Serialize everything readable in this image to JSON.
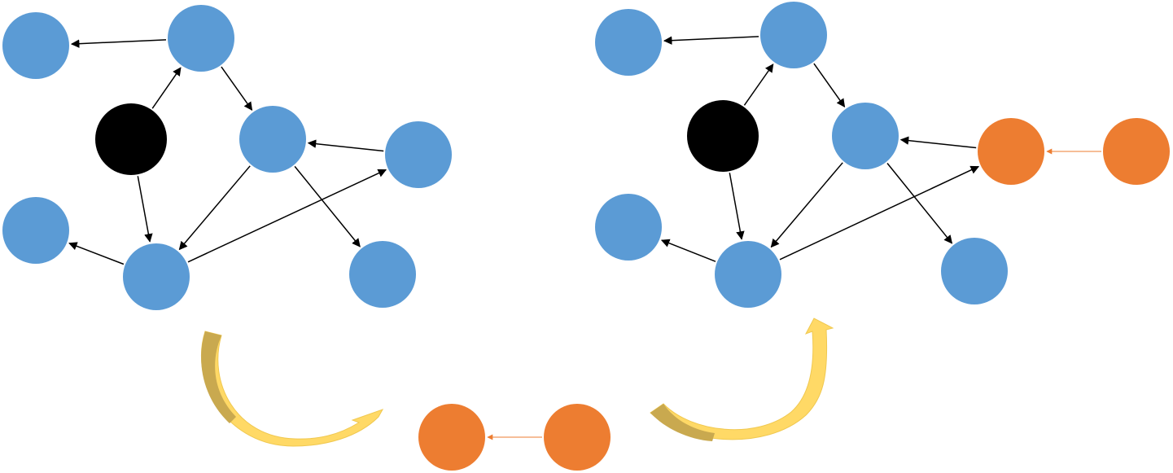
{
  "colors": {
    "blue_node": "#5b9bd5",
    "black_node": "#000000",
    "orange_node": "#ed7d31",
    "edge": "#000000",
    "orange_edge": "#ed7d31",
    "arrow_light": "#ffd966",
    "arrow_dark": "#c9a94f"
  },
  "graphs": [
    {
      "id": "graph-before",
      "nodes": [
        {
          "id": "n1",
          "kind": "blue"
        },
        {
          "id": "n2",
          "kind": "blue"
        },
        {
          "id": "n3",
          "kind": "black"
        },
        {
          "id": "n4",
          "kind": "blue"
        },
        {
          "id": "n5",
          "kind": "blue"
        },
        {
          "id": "n6",
          "kind": "blue"
        },
        {
          "id": "n7",
          "kind": "blue"
        },
        {
          "id": "n8",
          "kind": "blue"
        }
      ],
      "edges": [
        {
          "from": "n2",
          "to": "n1"
        },
        {
          "from": "n3",
          "to": "n2"
        },
        {
          "from": "n2",
          "to": "n4"
        },
        {
          "from": "n5",
          "to": "n4"
        },
        {
          "from": "n3",
          "to": "n7"
        },
        {
          "from": "n4",
          "to": "n7"
        },
        {
          "from": "n7",
          "to": "n6"
        },
        {
          "from": "n7",
          "to": "n5"
        },
        {
          "from": "n4",
          "to": "n8"
        }
      ]
    },
    {
      "id": "graph-after",
      "nodes": [
        {
          "id": "n1",
          "kind": "blue"
        },
        {
          "id": "n2",
          "kind": "blue"
        },
        {
          "id": "n3",
          "kind": "black"
        },
        {
          "id": "n4",
          "kind": "blue"
        },
        {
          "id": "n5",
          "kind": "orange"
        },
        {
          "id": "n6",
          "kind": "blue"
        },
        {
          "id": "n7",
          "kind": "blue"
        },
        {
          "id": "n8",
          "kind": "blue"
        },
        {
          "id": "n9",
          "kind": "orange"
        }
      ],
      "edges": [
        {
          "from": "n2",
          "to": "n1"
        },
        {
          "from": "n3",
          "to": "n2"
        },
        {
          "from": "n2",
          "to": "n4"
        },
        {
          "from": "n5",
          "to": "n4"
        },
        {
          "from": "n3",
          "to": "n7"
        },
        {
          "from": "n4",
          "to": "n7"
        },
        {
          "from": "n7",
          "to": "n6"
        },
        {
          "from": "n7",
          "to": "n5"
        },
        {
          "from": "n4",
          "to": "n8"
        },
        {
          "from": "n9",
          "to": "n5",
          "kind": "orange"
        }
      ]
    },
    {
      "id": "graph-inserted-pair",
      "nodes": [
        {
          "id": "n10",
          "kind": "orange"
        },
        {
          "id": "n11",
          "kind": "orange"
        }
      ],
      "edges": [
        {
          "from": "n11",
          "to": "n10",
          "kind": "orange"
        }
      ]
    }
  ],
  "transition_arrows": [
    {
      "id": "curved-arrow-left",
      "direction": "down-right"
    },
    {
      "id": "curved-arrow-right",
      "direction": "up-right"
    }
  ]
}
